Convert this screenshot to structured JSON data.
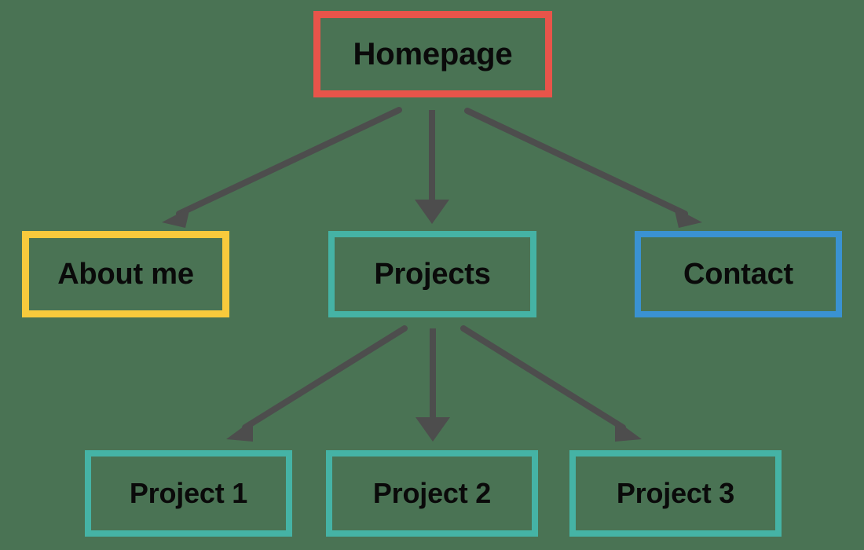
{
  "diagram": {
    "type": "site-map-tree",
    "background_color": "#4a7354",
    "arrow_color": "#4d4d4d",
    "label_color": "#0a0a0a",
    "nodes": [
      {
        "id": "homepage",
        "label": "Homepage",
        "level": 1,
        "border_color": "#e8544a"
      },
      {
        "id": "about",
        "label": "About me",
        "level": 2,
        "border_color": "#f8ca3c"
      },
      {
        "id": "projects",
        "label": "Projects",
        "level": 2,
        "border_color": "#45b3a5"
      },
      {
        "id": "contact",
        "label": "Contact",
        "level": 2,
        "border_color": "#3a92d2"
      },
      {
        "id": "project-1",
        "label": "Project 1",
        "level": 3,
        "border_color": "#45b3a5"
      },
      {
        "id": "project-2",
        "label": "Project 2",
        "level": 3,
        "border_color": "#45b3a5"
      },
      {
        "id": "project-3",
        "label": "Project 3",
        "level": 3,
        "border_color": "#45b3a5"
      }
    ],
    "edges": [
      {
        "id": "homepage-to-about",
        "from": "homepage",
        "to": "about",
        "style": "solid-arrow"
      },
      {
        "id": "homepage-to-projects",
        "from": "homepage",
        "to": "projects",
        "style": "solid-arrow"
      },
      {
        "id": "homepage-to-contact",
        "from": "homepage",
        "to": "contact",
        "style": "solid-arrow"
      },
      {
        "id": "projects-to-project-1",
        "from": "projects",
        "to": "project-1",
        "style": "solid-arrow"
      },
      {
        "id": "projects-to-project-2",
        "from": "projects",
        "to": "project-2",
        "style": "solid-arrow"
      },
      {
        "id": "projects-to-project-3",
        "from": "projects",
        "to": "project-3",
        "style": "solid-arrow"
      }
    ]
  }
}
